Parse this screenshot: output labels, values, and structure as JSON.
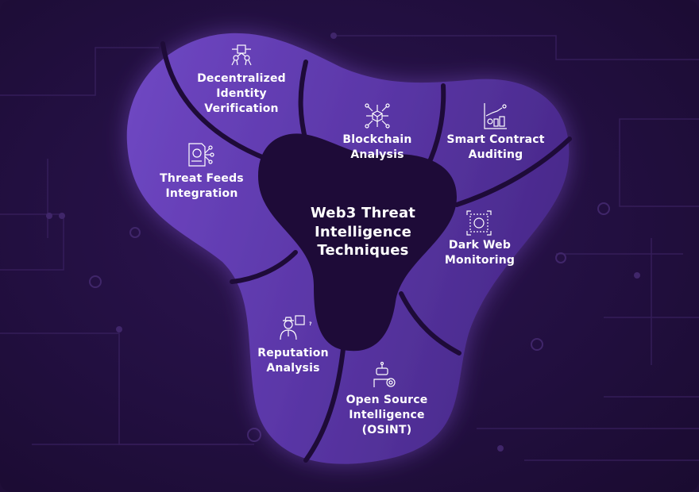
{
  "center": {
    "lines": [
      "Web3 Threat",
      "Intelligence",
      "Techniques"
    ]
  },
  "segments": [
    {
      "id": "decentralized-identity",
      "icon": "network-chip-icon",
      "lines": [
        "Decentralized",
        "Identity",
        "Verification"
      ]
    },
    {
      "id": "blockchain-analysis",
      "icon": "blockchain-cube-network-icon",
      "lines": [
        "Blockchain",
        "Analysis"
      ]
    },
    {
      "id": "smart-contract-auditing",
      "icon": "chart-coins-icon",
      "lines": [
        "Smart Contract",
        "Auditing"
      ]
    },
    {
      "id": "threat-feeds",
      "icon": "document-network-icon",
      "lines": [
        "Threat Feeds",
        "Integration"
      ]
    },
    {
      "id": "dark-web",
      "icon": "scan-cube-icon",
      "lines": [
        "Dark Web",
        "Monitoring"
      ]
    },
    {
      "id": "reputation-analysis",
      "icon": "detective-question-icon",
      "lines": [
        "Reputation",
        "Analysis"
      ]
    },
    {
      "id": "osint",
      "icon": "robot-gear-icon",
      "lines": [
        "Open Source",
        "Intelligence",
        "(OSINT)"
      ]
    }
  ],
  "colors": {
    "background": "#220f40",
    "segment_light": "#7048c4",
    "segment_dark": "#4a2a8c",
    "center": "#1e0b38",
    "divider": "#1e0b38"
  }
}
